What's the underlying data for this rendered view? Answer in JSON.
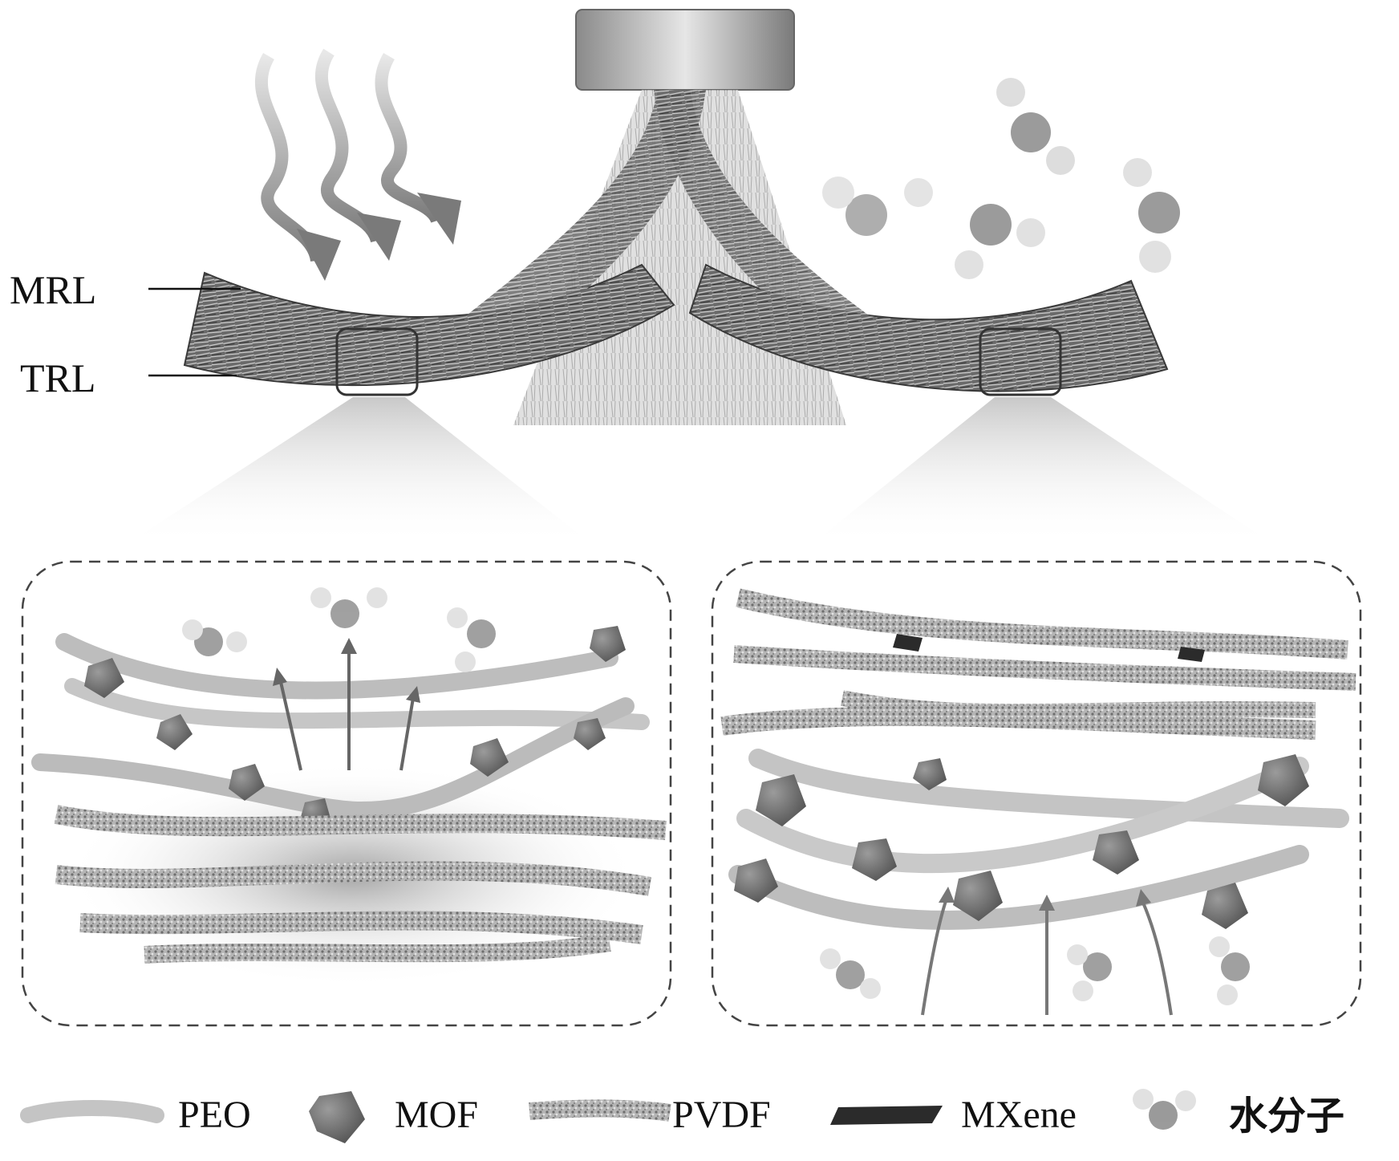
{
  "layer_labels": {
    "top": "MRL",
    "bottom": "TRL"
  },
  "legend": {
    "items": [
      {
        "label": "PEO",
        "icon": "peo-fiber-icon"
      },
      {
        "label": "MOF",
        "icon": "mof-crystal-icon"
      },
      {
        "label": "PVDF",
        "icon": "pvdf-fiber-icon"
      },
      {
        "label": "MXene",
        "icon": "mxene-sheet-icon"
      },
      {
        "label": "水分子",
        "icon": "water-molecule-icon"
      }
    ]
  },
  "colors": {
    "fiber": "#d9d9d9",
    "fiber_edge": "#9a9a9a",
    "mof": "#6f6f6f",
    "pvdf": "#8c8c8c",
    "mxene": "#2b2b2b",
    "membrane": "#5a5a5a",
    "heat_arrow": "#8a8a8a"
  }
}
